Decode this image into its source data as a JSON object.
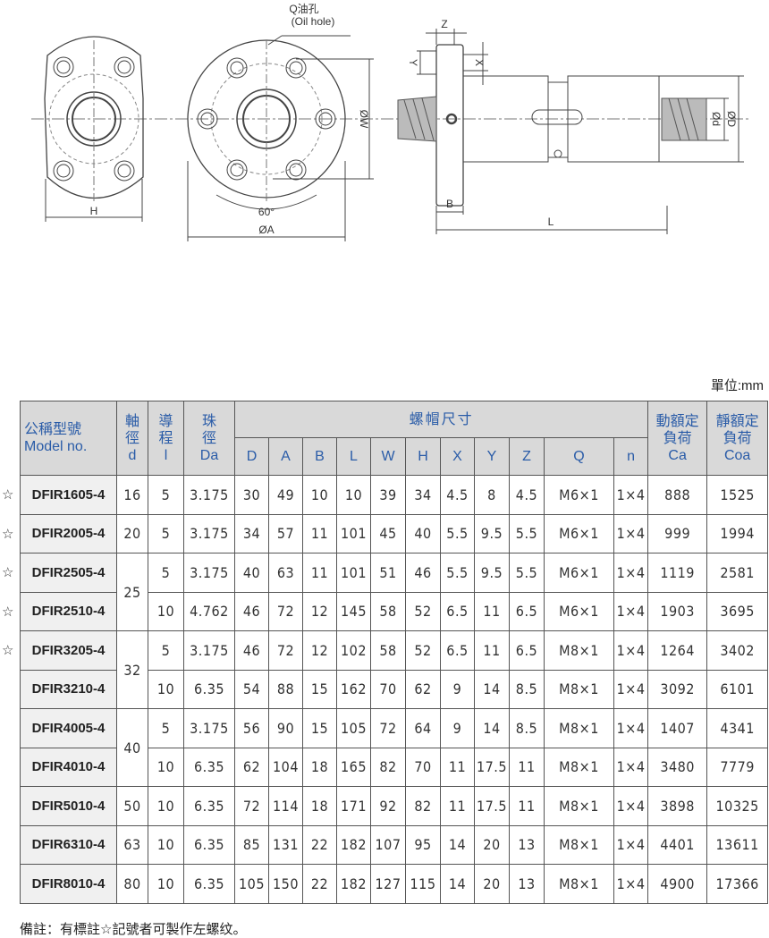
{
  "drawing": {
    "oil_hole_label": "Q油孔",
    "oil_hole_label_en": "(Oil hole)",
    "dim_H": "H",
    "dim_A": "ØA",
    "dim_W": "ØW",
    "angle": "60°",
    "dim_Z": "Z",
    "dim_Y": "Y",
    "dim_X": "X",
    "dim_B": "B",
    "dim_L": "L",
    "dim_d": "Ød",
    "dim_D": "ØD"
  },
  "unit": "單位:mm",
  "table": {
    "header": {
      "model_zh": "公稱型號",
      "model_en": "Model no.",
      "shaft_zh": "軸徑",
      "shaft_sym": "d",
      "lead_zh": "導程",
      "lead_sym": "l",
      "ball_zh": "珠徑",
      "ball_sym": "Da",
      "nut_dims": "螺帽尺寸",
      "dims": [
        "D",
        "A",
        "B",
        "L",
        "W",
        "H",
        "X",
        "Y",
        "Z",
        "Q",
        "n"
      ],
      "dyn_zh": "動額定負荷",
      "dyn_sym": "Ca",
      "stat_zh": "靜額定負荷",
      "stat_sym": "Coa"
    },
    "star_symbol": "☆",
    "rows": [
      {
        "star": true,
        "model": "DFIR1605-4",
        "d": "16",
        "l": "5",
        "Da": "3.175",
        "vals": [
          "30",
          "49",
          "10",
          "10",
          "39",
          "34",
          "4.5",
          "8",
          "4.5",
          "M6×1",
          "1×4"
        ],
        "Ca": "888",
        "Coa": "1525"
      },
      {
        "star": true,
        "model": "DFIR2005-4",
        "d": "20",
        "l": "5",
        "Da": "3.175",
        "vals": [
          "34",
          "57",
          "11",
          "101",
          "45",
          "40",
          "5.5",
          "9.5",
          "5.5",
          "M6×1",
          "1×4"
        ],
        "Ca": "999",
        "Coa": "1994"
      },
      {
        "star": true,
        "model": "DFIR2505-4",
        "d": "25",
        "dspan": 2,
        "l": "5",
        "Da": "3.175",
        "vals": [
          "40",
          "63",
          "11",
          "101",
          "51",
          "46",
          "5.5",
          "9.5",
          "5.5",
          "M6×1",
          "1×4"
        ],
        "Ca": "1119",
        "Coa": "2581"
      },
      {
        "star": true,
        "model": "DFIR2510-4",
        "l": "10",
        "Da": "4.762",
        "vals": [
          "46",
          "72",
          "12",
          "145",
          "58",
          "52",
          "6.5",
          "11",
          "6.5",
          "M6×1",
          "1×4"
        ],
        "Ca": "1903",
        "Coa": "3695"
      },
      {
        "star": true,
        "model": "DFIR3205-4",
        "d": "32",
        "dspan": 2,
        "l": "5",
        "Da": "3.175",
        "vals": [
          "46",
          "72",
          "12",
          "102",
          "58",
          "52",
          "6.5",
          "11",
          "6.5",
          "M8×1",
          "1×4"
        ],
        "Ca": "1264",
        "Coa": "3402"
      },
      {
        "star": false,
        "model": "DFIR3210-4",
        "l": "10",
        "Da": "6.35",
        "vals": [
          "54",
          "88",
          "15",
          "162",
          "70",
          "62",
          "9",
          "14",
          "8.5",
          "M8×1",
          "1×4"
        ],
        "Ca": "3092",
        "Coa": "6101"
      },
      {
        "star": false,
        "model": "DFIR4005-4",
        "d": "40",
        "dspan": 2,
        "l": "5",
        "Da": "3.175",
        "vals": [
          "56",
          "90",
          "15",
          "105",
          "72",
          "64",
          "9",
          "14",
          "8.5",
          "M8×1",
          "1×4"
        ],
        "Ca": "1407",
        "Coa": "4341"
      },
      {
        "star": false,
        "model": "DFIR4010-4",
        "l": "10",
        "Da": "6.35",
        "vals": [
          "62",
          "104",
          "18",
          "165",
          "82",
          "70",
          "11",
          "17.5",
          "11",
          "M8×1",
          "1×4"
        ],
        "Ca": "3480",
        "Coa": "7779"
      },
      {
        "star": false,
        "model": "DFIR5010-4",
        "d": "50",
        "l": "10",
        "Da": "6.35",
        "vals": [
          "72",
          "114",
          "18",
          "171",
          "92",
          "82",
          "11",
          "17.5",
          "11",
          "M8×1",
          "1×4"
        ],
        "Ca": "3898",
        "Coa": "10325"
      },
      {
        "star": false,
        "model": "DFIR6310-4",
        "d": "63",
        "l": "10",
        "Da": "6.35",
        "vals": [
          "85",
          "131",
          "22",
          "182",
          "107",
          "95",
          "14",
          "20",
          "13",
          "M8×1",
          "1×4"
        ],
        "Ca": "4401",
        "Coa": "13611"
      },
      {
        "star": false,
        "model": "DFIR8010-4",
        "d": "80",
        "l": "10",
        "Da": "6.35",
        "vals": [
          "105",
          "150",
          "22",
          "182",
          "127",
          "115",
          "14",
          "20",
          "13",
          "M8×1",
          "1×4"
        ],
        "Ca": "4900",
        "Coa": "17366"
      }
    ]
  },
  "note": "備註：有標註☆記號者可製作左螺纹。"
}
